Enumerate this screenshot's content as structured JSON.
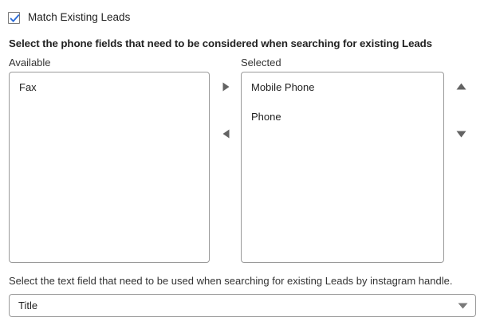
{
  "colors": {
    "checkbox_check": "#2a6bd8",
    "border": "#9a9a9a",
    "arrow": "#636363",
    "text": "#1f1f1f",
    "background": "#ffffff"
  },
  "match_existing": {
    "checkbox_label": "Match Existing Leads",
    "checked": true
  },
  "phone_section": {
    "heading": "Select the phone fields that need to be considered when searching for existing Leads",
    "available_caption": "Available",
    "selected_caption": "Selected",
    "available_items": [
      "Fax"
    ],
    "selected_items": [
      "Mobile Phone",
      "Phone"
    ],
    "icons": {
      "move_right": "triangle-right-icon",
      "move_left": "triangle-left-icon",
      "move_up": "triangle-up-icon",
      "move_down": "triangle-down-icon"
    }
  },
  "text_field_section": {
    "label": "Select the text field that need to be used when searching for existing Leads by instagram handle.",
    "selected_value": "Title",
    "caret_icon": "chevron-down-icon"
  }
}
